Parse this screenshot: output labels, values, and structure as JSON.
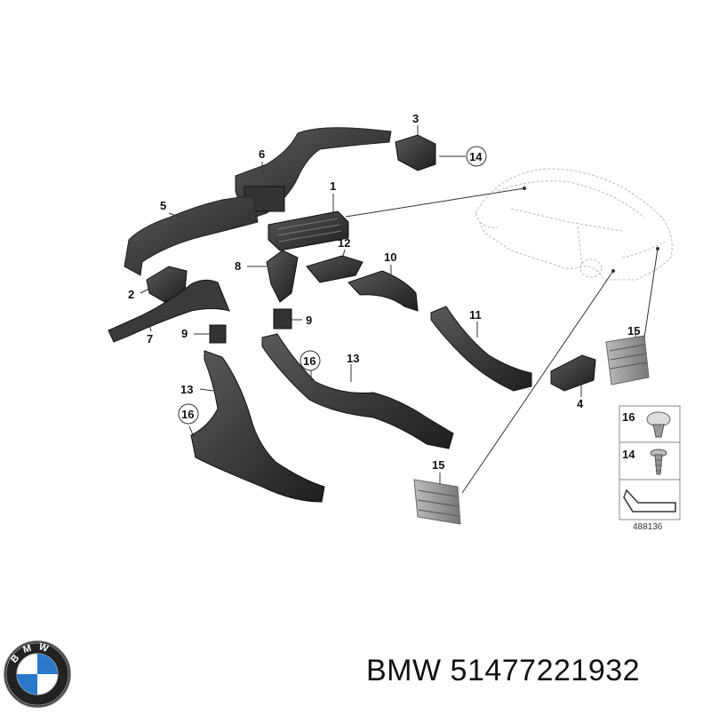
{
  "diagram": {
    "callouts": {
      "c1": "1",
      "c2": "2",
      "c3": "3",
      "c4": "4",
      "c5": "5",
      "c6": "6",
      "c7": "7",
      "c8": "8",
      "c9a": "9",
      "c9b": "9",
      "c10": "10",
      "c11": "11",
      "c12": "12",
      "c13a": "13",
      "c13b": "13",
      "c14": "14",
      "c15a": "15",
      "c15b": "15",
      "c16a": "16",
      "c16b": "16"
    },
    "legend": {
      "item1": "16",
      "item2": "14"
    },
    "drawing_number": "488136"
  },
  "logo": {
    "letters": "BMW"
  },
  "caption": {
    "brand": "BMW",
    "part_number": "51477221932"
  },
  "colors": {
    "part_dark": "#2b2b2b",
    "part_mid": "#4a4a4a",
    "outline": "#999999",
    "text": "#111111"
  }
}
